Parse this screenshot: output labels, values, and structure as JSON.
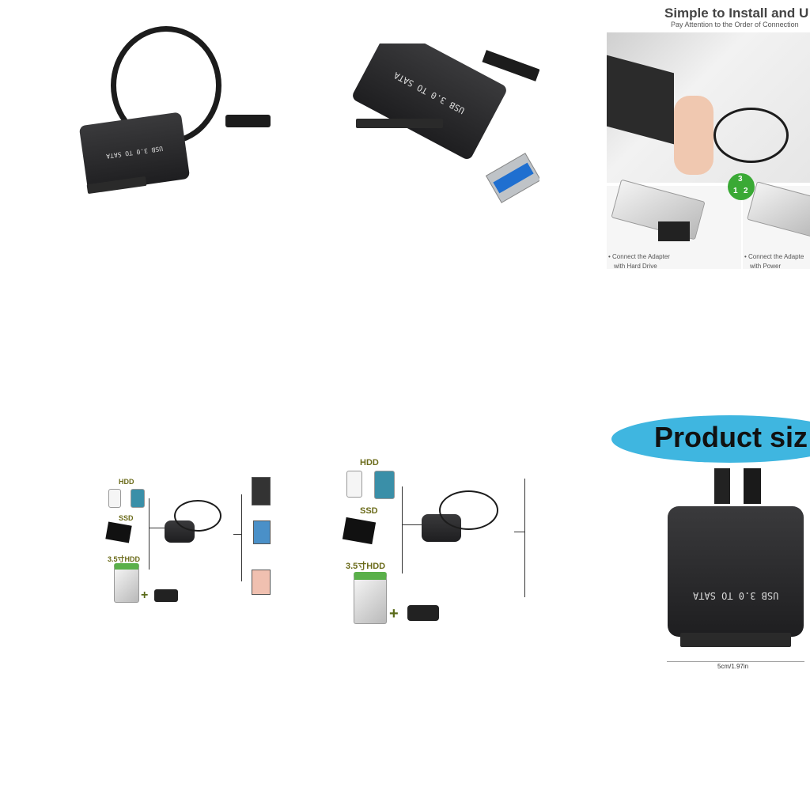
{
  "adapter_label": "USB 3.0 TO SATA",
  "tile3": {
    "title": "Simple to Install and U",
    "subtitle": "Pay Attention to the Order of Connection",
    "steps": [
      "3",
      "1",
      "2"
    ],
    "step_color": "#3aa935",
    "caption_left_1": "• Connect the Adapter",
    "caption_left_2": "with Hard Drive",
    "caption_right_1": "• Connect the Adapte",
    "caption_right_2": "with Power"
  },
  "diagram": {
    "hdd": "HDD",
    "ssd": "SSD",
    "hdd35": "3.5寸HDD",
    "plus": "+"
  },
  "tile6": {
    "banner": "Product siz",
    "banner_color": "#3fb6e0",
    "dimension": "5cm/1.97in"
  }
}
